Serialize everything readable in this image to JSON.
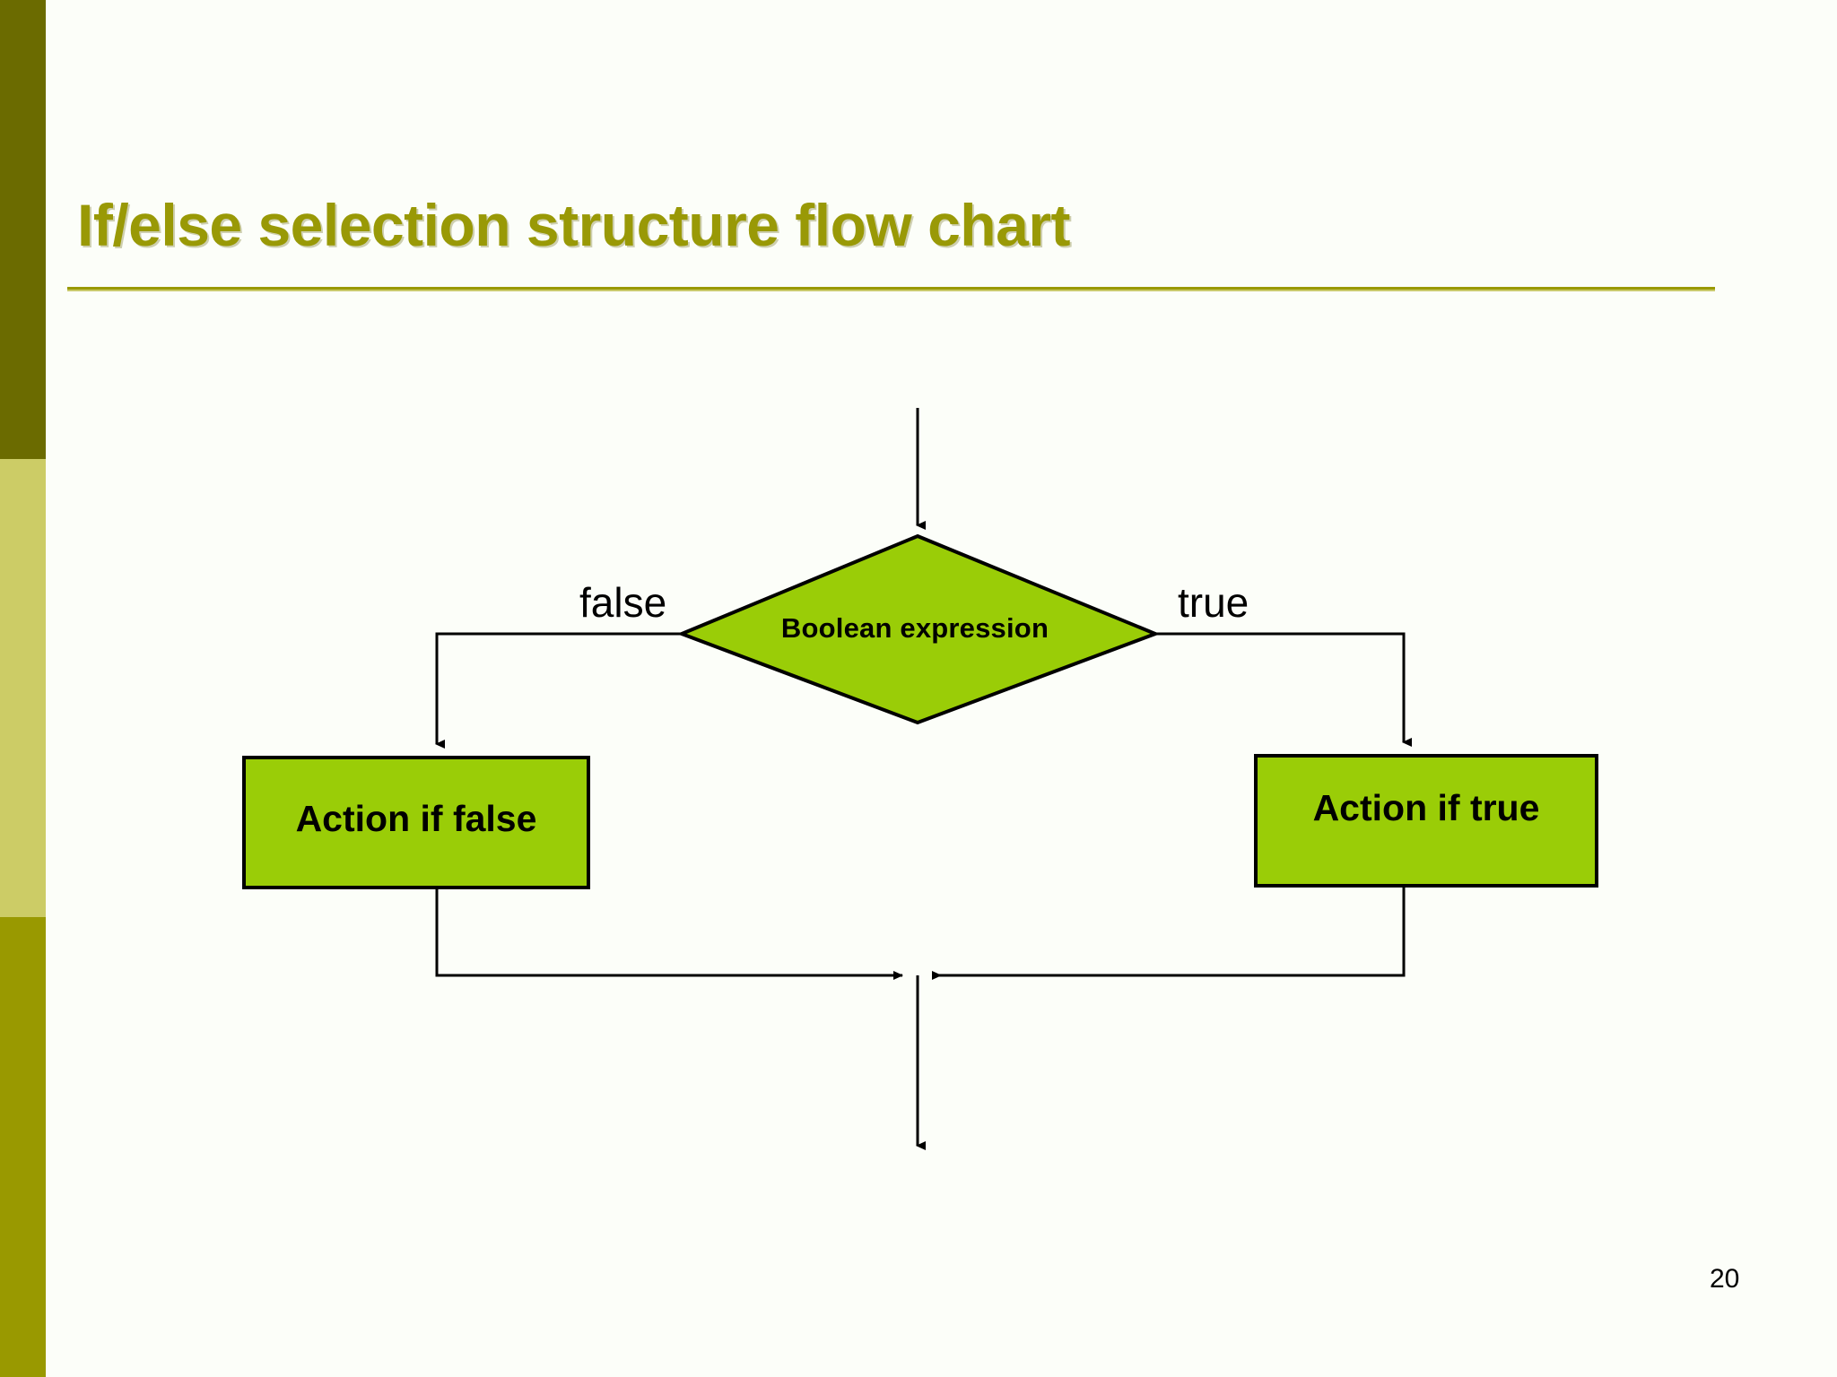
{
  "slide": {
    "title": "If/else selection structure flow chart",
    "page_number": "20",
    "background_color": "#fcfef9",
    "title_color": "#999906",
    "rule_color": "#9a9a06"
  },
  "sidebar": {
    "segments": [
      {
        "name": "top",
        "color": "#6b6b00"
      },
      {
        "name": "middle",
        "color": "#cccc66"
      },
      {
        "name": "bottom",
        "color": "#999900"
      }
    ]
  },
  "chart_data": {
    "type": "diagram",
    "subtype": "flowchart",
    "title": "If/else selection structure flow chart",
    "node_fill": "#9acd07",
    "node_stroke": "#000000",
    "connector_color": "#000000",
    "nodes": [
      {
        "id": "decision",
        "shape": "diamond",
        "label": "Boolean expression"
      },
      {
        "id": "action-false",
        "shape": "rectangle",
        "label": "Action if false"
      },
      {
        "id": "action-true",
        "shape": "rectangle",
        "label": "Action if true"
      }
    ],
    "edges": [
      {
        "from": "entry",
        "to": "decision",
        "label": ""
      },
      {
        "from": "decision",
        "to": "action-false",
        "label": "false"
      },
      {
        "from": "decision",
        "to": "action-true",
        "label": "true"
      },
      {
        "from": "action-false",
        "to": "merge",
        "label": ""
      },
      {
        "from": "action-true",
        "to": "merge",
        "label": ""
      },
      {
        "from": "merge",
        "to": "exit",
        "label": ""
      }
    ],
    "edge_labels": {
      "left": "false",
      "right": "true"
    }
  }
}
